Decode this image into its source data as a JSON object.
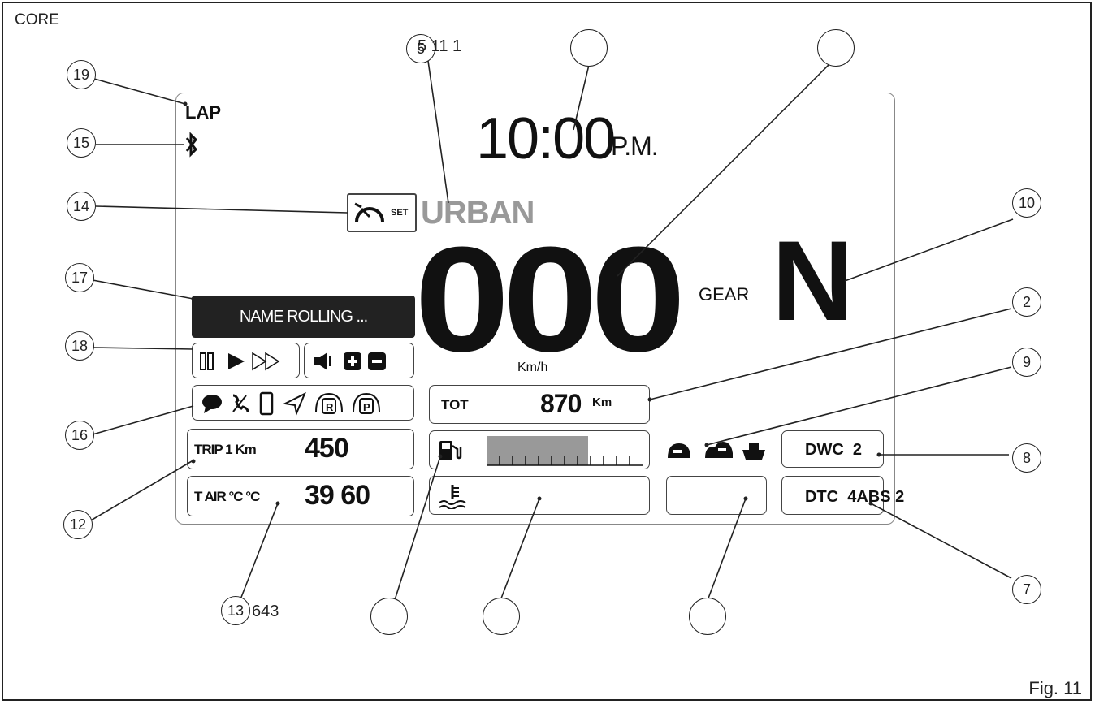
{
  "corner_label": "CORE",
  "figure_label": "Fig. 11",
  "top_callout_text": "5 11 1",
  "bottom_callout_text": "643",
  "display": {
    "lap": "LAP",
    "time": "10:00",
    "time_suffix": "P.M.",
    "cruise_set": "SET",
    "riding_mode": "URBAN",
    "speed": "000",
    "speed_unit": "Km/h",
    "gear_label": "GEAR",
    "gear": "N",
    "track_name": "NAME ROLLING ...",
    "odo_label": "TOT",
    "odo_value": "870",
    "odo_unit": "Km",
    "trip_label": "TRIP 1 Km",
    "trip_value": "450",
    "temp_label": "T AIR °C °C",
    "temp_value": "39 60",
    "dwc": "DWC  2",
    "dtc_abs": "DTC  4ABS 2",
    "fuel_level": 0.65
  },
  "callouts": [
    "19",
    "15",
    "14",
    "17",
    "18",
    "16",
    "12",
    "13",
    "5",
    "10",
    "2",
    "9",
    "8",
    "7"
  ]
}
